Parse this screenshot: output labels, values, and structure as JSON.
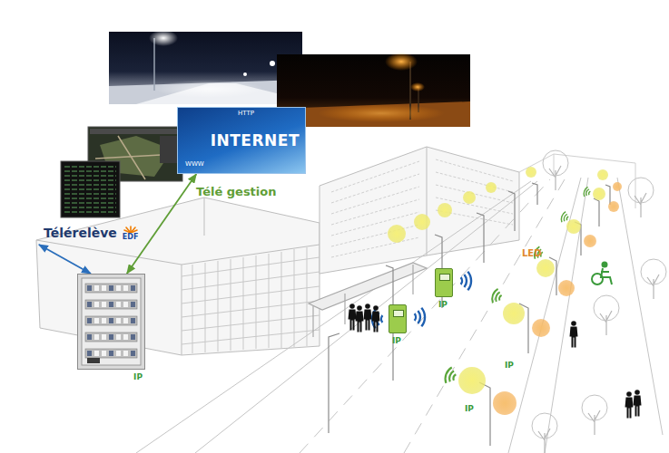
{
  "diagram": {
    "nodes": [
      {
        "text": [
          "INTERNET"
        ]
      },
      {
        "text": [
          "Télérelève",
          "EDF"
        ]
      },
      {
        "text": [
          "IP"
        ]
      },
      {
        "text": [
          "IP"
        ]
      },
      {
        "text": [
          "IP"
        ]
      }
    ],
    "edges": [
      {
        "from": 2,
        "to": 1,
        "arrow": "both"
      },
      {
        "from": 2,
        "to": 0,
        "label": "Télé gestion",
        "arrow": "both"
      }
    ],
    "labels": [
      "HTTP",
      "WWW",
      "LED",
      "IP",
      "IP"
    ]
  }
}
